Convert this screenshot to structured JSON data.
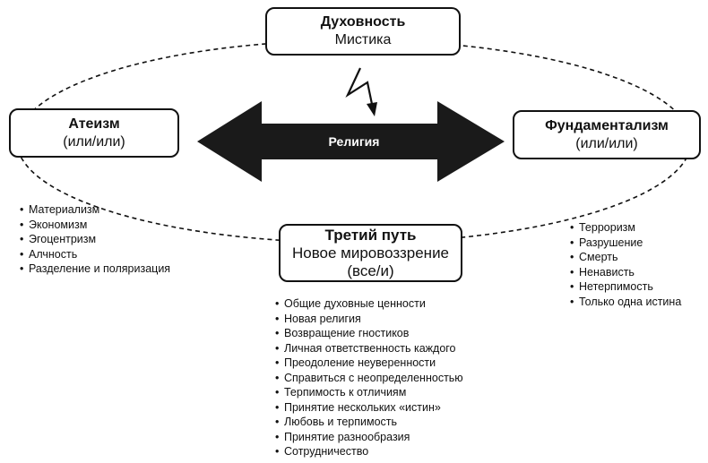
{
  "center_label": "Религия",
  "nodes": {
    "top": {
      "title": "Духовность",
      "subtitle": "Мистика"
    },
    "left": {
      "title": "Атеизм",
      "subtitle": "(или/или)"
    },
    "right": {
      "title": "Фундаментализм",
      "subtitle": "(или/или)"
    },
    "bottom": {
      "title": "Третий путь",
      "subtitle": "Новое мировоззрение (все/и)"
    }
  },
  "lists": {
    "left": [
      "Материализм",
      "Экономизм",
      "Эгоцентризм",
      "Алчность",
      "Разделение и поляризация"
    ],
    "right": [
      "Терроризм",
      "Разрушение",
      "Смерть",
      "Ненависть",
      "Нетерпимость",
      "Только одна истина"
    ],
    "bottom": [
      "Общие духовные ценности",
      "Новая религия",
      "Возвращение гностиков",
      "Личная ответственность каждого",
      "Преодоление неуверенности",
      "Справиться с неопределенностью",
      "Терпимость к отличиям",
      "Принятие нескольких «истин»",
      "Любовь и терпимость",
      "Принятие разнообразия",
      "Сотрудничество"
    ]
  },
  "colors": {
    "ink": "#111111",
    "arrow_fill": "#1a1a1a",
    "arrow_text": "#ffffff",
    "background": "#ffffff"
  }
}
